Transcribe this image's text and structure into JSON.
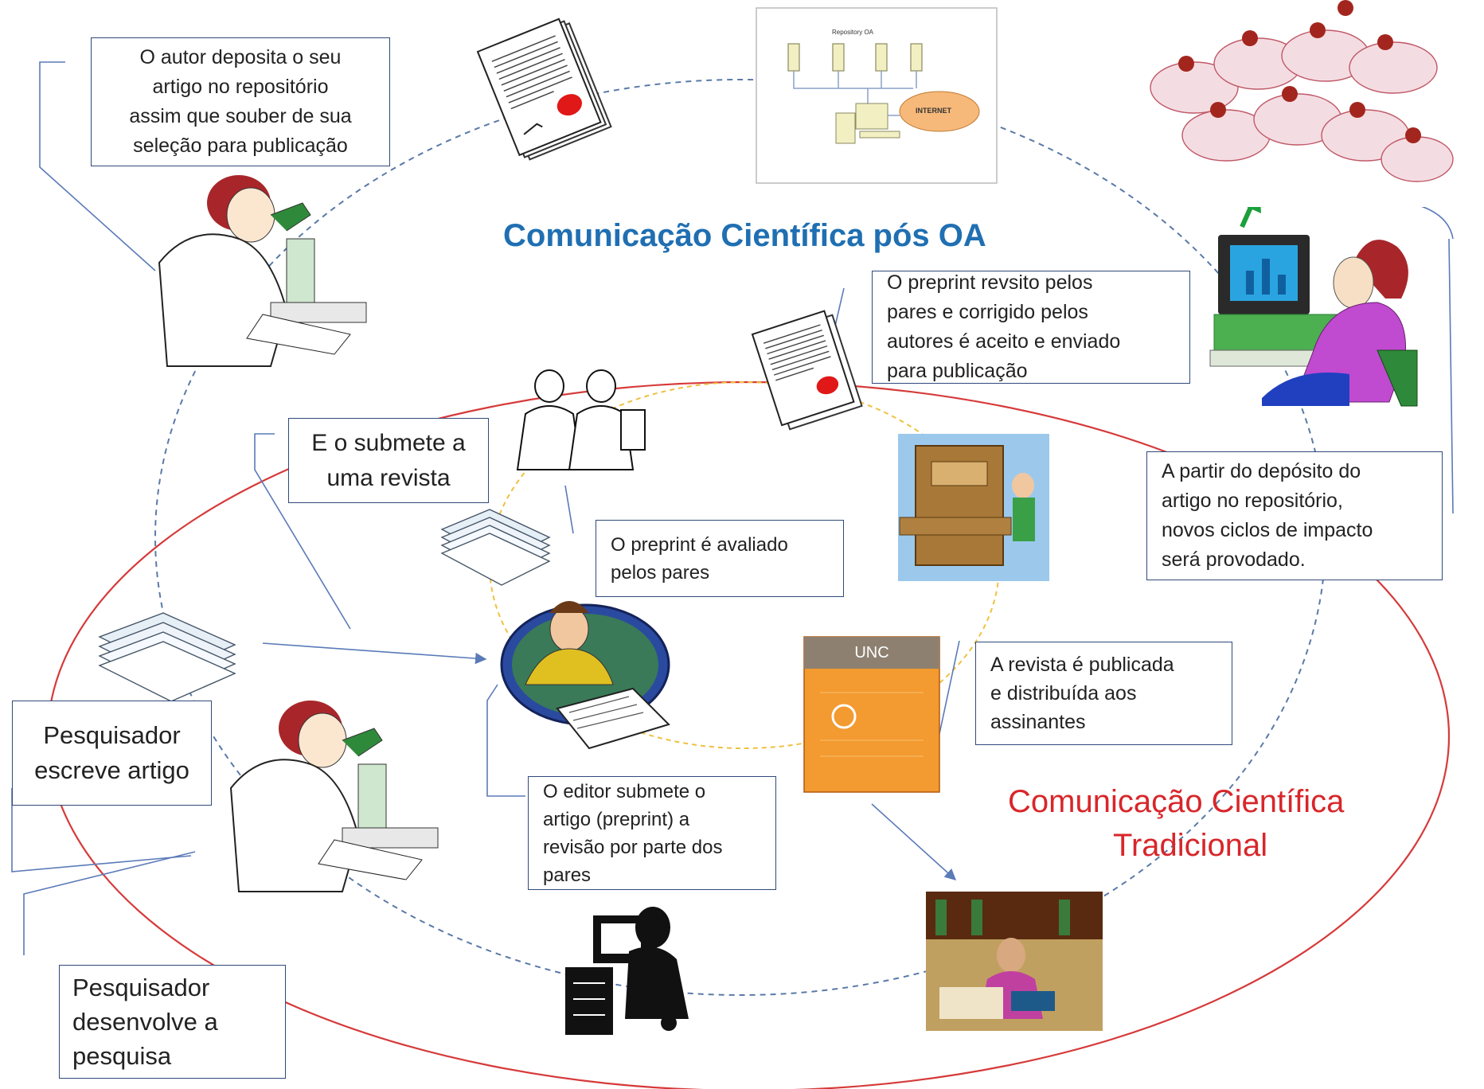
{
  "titles": {
    "oa": "Comunicação Científica pós OA",
    "traditional_line1": "Comunicação Científica",
    "traditional_line2": "Tradicional"
  },
  "boxes": {
    "author_deposits": "O autor deposita  o seu\nartigo no repositório\nassim que souber de sua\nseleção para publicação",
    "submits_journal": "E o submete a\numa revista",
    "preprint_reviewed": "O preprint revsito pelos\npares e corrigido pelos\nautores é aceito e enviado\npara publicação",
    "preprint_evaluated": "O preprint é avaliado\npelos pares",
    "new_cycles": "A partir do depósito do\nartigo no repositório,\nnovos ciclos de impacto\nserá provodado.",
    "writes_article": "Pesquisador\nescreve artigo",
    "journal_published": "A revista é publicada\ne distribuída aos\nassinantes",
    "editor_submits": "O editor submete o\nartigo (preprint) a\nrevisão por parte dos\npares",
    "develops_research": "Pesquisador\ndesenvolve a\npesquisa"
  },
  "repository_image": {
    "label": "Repository OA",
    "cloud": "INTERNET"
  },
  "journal_cover": {
    "brand": "UNC"
  },
  "colors": {
    "oa_title": "#1f6fb2",
    "traditional_title": "#d8262a",
    "ellipse_red": "#d63a3a",
    "dashed_blue": "#5a7aa8",
    "dashed_yellow": "#f0c040",
    "box_border": "#2f4a7a",
    "arrow_blue": "#5a7ab8",
    "arrow_green": "#1aa03a"
  }
}
